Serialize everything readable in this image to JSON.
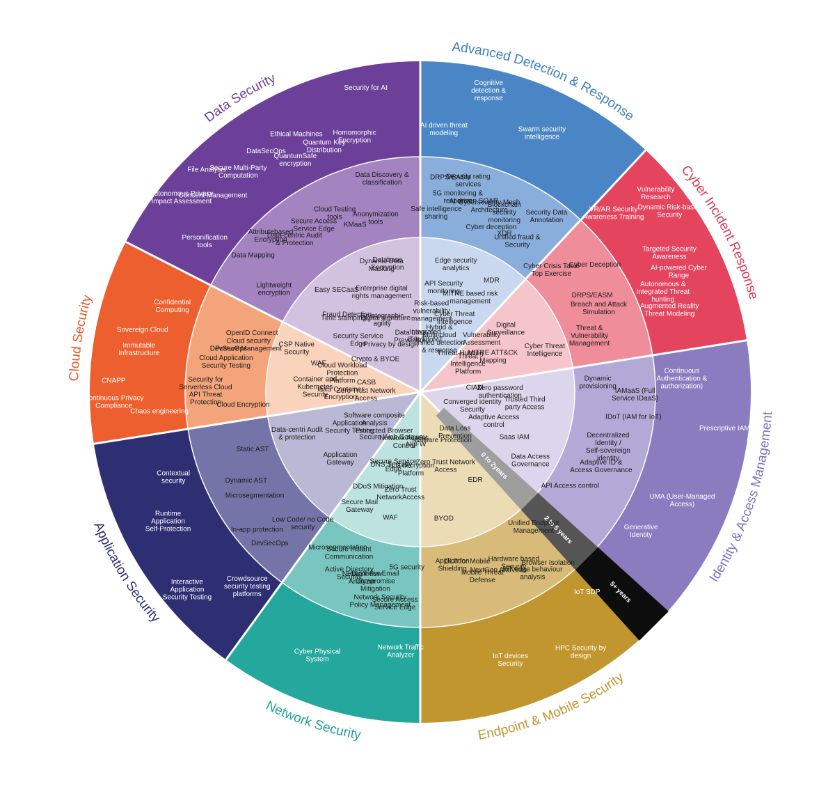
{
  "categories": [
    {
      "id": "adr",
      "name": "Advanced Detection & Response",
      "color_outer": "#4a86c5",
      "color_middle": "#8aaedb",
      "color_inner": "#c9d8ee",
      "label_color": "#3f7fc0",
      "outer": [
        "AI driven threat modeling",
        "Swarm security intelligence",
        "Cognitive detection & response"
      ],
      "middle": [
        "Safe intelligence sharing",
        "Blockchain security monitoring",
        "Security rating services",
        "Unified fraud & Security",
        "Cybersecurity Mesh Architecture",
        "DRPS/EASM",
        "XDR",
        "AI driven SOAR",
        "Security Data Annotation",
        "Cyber deception",
        "5G monitoring & response"
      ],
      "inner": [
        "Integrated IT/IoT/IoMT",
        "Cyber Threat Intelligence",
        "API Security monitoring",
        "MDR",
        "Hybrid & Multi-cloud unified detection & response",
        "Risk-based vulnerability management",
        "MITRE based risk management",
        "Edge security analytics"
      ]
    },
    {
      "id": "cir",
      "name": "Cyber Incident Response",
      "color_outer": "#e5445f",
      "color_middle": "#ef8d9b",
      "color_inner": "#f6c5cc",
      "label_color": "#dd3a55",
      "outer": [
        "VR/AR Security Awareness Training",
        "AI-powered Cyber Range",
        "Dynamic Risk-based Security",
        "Augmented Reality Threat Modeling",
        "Targeted Security Awareness",
        "Vulnerability Research",
        "Autonomous & Integrated Threat hunting"
      ],
      "middle": [
        "Cyber Crisis Table Top Exercise",
        "Breach and Attack Simulation",
        "Cyber Deception",
        "Threat & Vulnerability Management",
        "DRPS/EASM"
      ],
      "inner": [
        "Threat Hunting",
        "MITRE ATT&CK Mapping",
        "Digital Surveillance",
        "Cyber Threat Intelligence",
        "Threat Intelligence Platform",
        "Vulnerability Assessment"
      ]
    },
    {
      "id": "iam",
      "name": "Identity & Access Management",
      "color_outer": "#8b7cbf",
      "color_middle": "#b3a9d6",
      "color_inner": "#dcd6ec",
      "label_color": "#7f6fbd",
      "outer": [
        "Continuous Authentication & authorization)",
        "UMA (User-Managed Access)",
        "Prescriptive IAM",
        "Generative Identity"
      ],
      "middle": [
        "Dynamic provisioning",
        "Adaptive ID & Access Governance",
        "IDoT (IAM for IoT)",
        "API Access control",
        "Decentralized Identity / Self-sovereign identity",
        "IAMaaS (Full Service IDaaS)"
      ],
      "inner": [
        "CIAM",
        "Adaptive Access control",
        "Trusted Third party Access",
        "Data Access Governance",
        "Converged identity Security",
        "Zero password authentication",
        "Saas IAM"
      ]
    },
    {
      "id": "ems",
      "name": "Endpoint & Mobile Security",
      "color_outer": "#c1962f",
      "color_middle": "#d8bb79",
      "color_inner": "#ecdcb6",
      "label_color": "#c0962c",
      "outer": [
        "IoT SDP",
        "IoT devices Security",
        "HPC Security by design"
      ],
      "middle": [
        "Unified Endpoint Management",
        "Mobile Threat Defense",
        "IoT edge behaviour analysis",
        "Application Shielding",
        "NextGen AntiVirus",
        "Browser Isolation",
        "DLP for Mobile",
        "Hardware based Security"
      ],
      "inner": [
        "Data Loss Prevention",
        "Zero Trust Network Access",
        "EDR",
        "BYOD",
        "Malware Protection"
      ]
    },
    {
      "id": "net",
      "name": "Network Security",
      "color_outer": "#24a79d",
      "color_middle": "#79c6c0",
      "color_inner": "#bde3df",
      "label_color": "#219f96",
      "outer": [
        "Network Traffic Analyzer",
        "Cyber Physical System"
      ],
      "middle": [
        "5G security",
        "Active Directory Security",
        "Network Security Policy Management",
        "Microsegmentation",
        "Network flow Analyzer",
        "Secure Access Service Edge",
        "Secure Instant Communication",
        "Business Email Compromise Mitigation"
      ],
      "inner": [
        "NgFW",
        "DNS Security",
        "Zero Trust NetworkAccess",
        "Secure Mail Gateway",
        "Network Access Control",
        "TLS decryption Platform",
        "DDoS Mitigation",
        "WAF",
        "Secure Web Gateway",
        "Secure Service Edge"
      ]
    },
    {
      "id": "app",
      "name": "Application Security",
      "color_outer": "#2e2f73",
      "color_middle": "#7474a8",
      "color_inner": "#b9b9d5",
      "label_color": "#2d2c72",
      "outer": [
        "Crowdsource security testing platforms",
        "Runtime Application Self-Protection",
        "Interactive Application Security Testing",
        "Contextual security"
      ],
      "middle": [
        "Low Code/ no Code security",
        "Dynamic AST",
        "In-app protection",
        "Static AST",
        "Microsegmentation",
        "DevSecOps"
      ],
      "inner": [
        "Protected Browser",
        "Application Security Testing",
        "Application Gateway",
        "Data-centri Audit & protection",
        "Software composite Analysis"
      ]
    },
    {
      "id": "cld",
      "name": "Cloud Security",
      "color_outer": "#ed5f2e",
      "color_middle": "#f4a47a",
      "color_inner": "#f9d3bb",
      "label_color": "#ea5726",
      "outer": [
        "Chaos engineering",
        "Sovereign Cloud",
        "CNAPP",
        "Confidential Computing",
        "Immutable Infrastructure",
        "Continuous Privacy Compliance"
      ],
      "middle": [
        "Cloud Encryption",
        "DevSecOps",
        "Security for Serverless Cloud",
        "OpenID Connect",
        "Cloud Application Security Testing",
        "API Threat Protection",
        "Cloud security Posture Management"
      ],
      "inner": [
        "Zero Trust Network Access",
        "Cloud Workload Protection Platform",
        "Container and Kubernetes Security",
        "CSP Native Security",
        "CASB",
        "IaaS Container Encryption",
        "WAF"
      ]
    },
    {
      "id": "dat",
      "name": "Data Security",
      "color_outer": "#6c3f98",
      "color_middle": "#a383c0",
      "color_inner": "#d2c2e0",
      "label_color": "#6a3d97",
      "outer": [
        "Personification tools",
        "Ethical Machines",
        "File Analysis",
        "Homomorphic Encryption",
        "DataSecOps",
        "Autonomous Privacy Impact Assessment",
        "Quantum Key Distribution",
        "Secure Multi-Party Computation",
        "Security for AI",
        "QuantumSafe encryption",
        "Consent Management"
      ],
      "middle": [
        "Lightweight encryption",
        "Cloud Testing tools",
        "Attributebased Encryption",
        "Anonymization tools",
        "Secure Access Service Edge",
        "Data Mapping",
        "KMaaS",
        "Data-centric Audit & Protection",
        "Data Discovery & classification"
      ],
      "inner": [
        "Crypto & BYOE",
        "Digital signature",
        "Fraud Detection",
        "Database Encryption",
        "Privacy by design",
        "Security Service Edge",
        "Enterprise digital rights management",
        "Easy SECaaS",
        "Data Loss Prevention",
        "Cryptographic agility",
        "Time stamping",
        "Dynamic Data Masking"
      ]
    }
  ],
  "time_rings": [
    "0 to 2years",
    "2 to 5 years",
    "5+ years"
  ]
}
